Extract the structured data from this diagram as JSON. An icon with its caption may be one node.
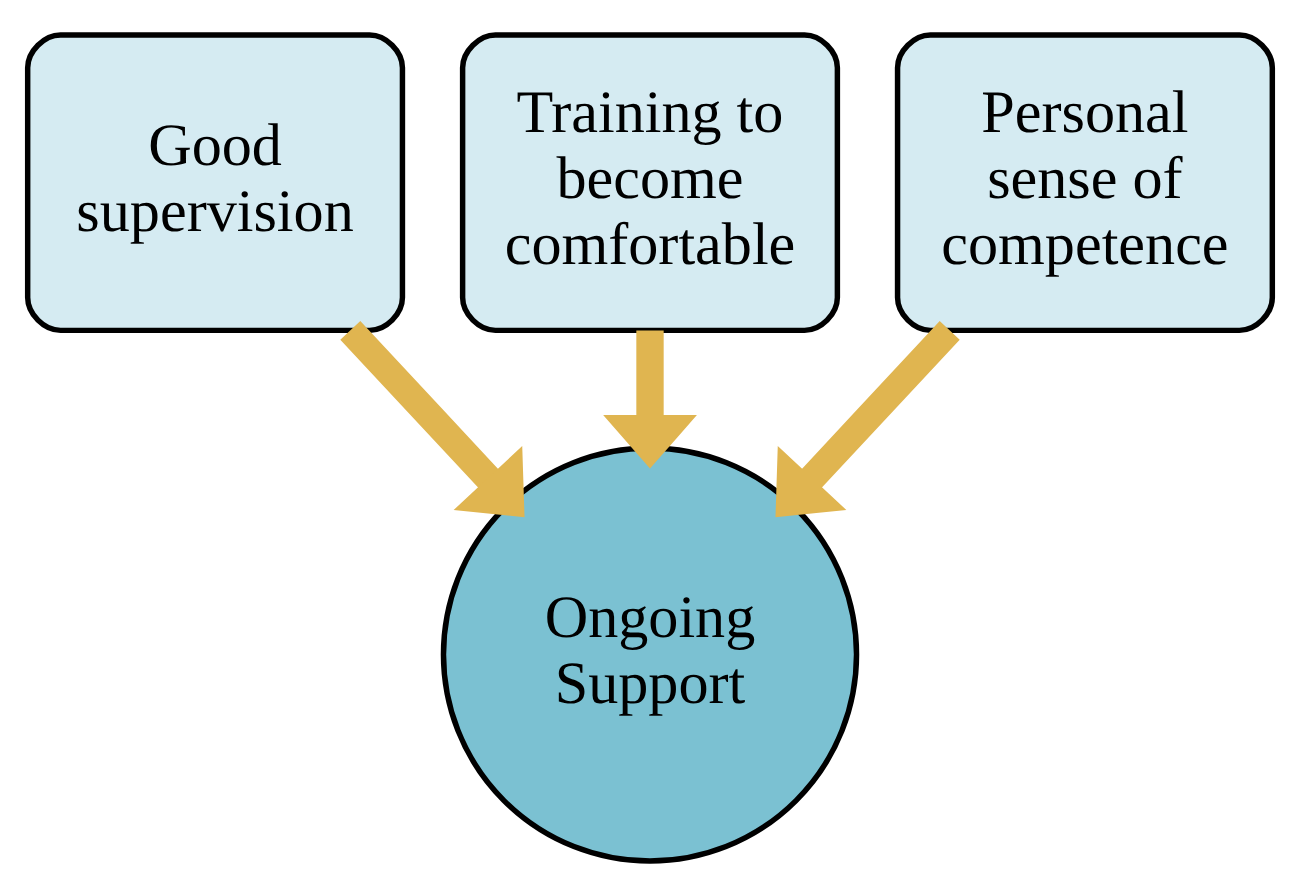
{
  "diagram": {
    "nodes": [
      {
        "text": [
          "Good supervision"
        ]
      },
      {
        "text": [
          "Training to become comfortable"
        ]
      },
      {
        "text": [
          "Personal sense of competence"
        ]
      },
      {
        "text": [
          "Ongoing Support"
        ]
      }
    ],
    "edges": [
      {
        "from": 0,
        "to": 3,
        "arrow": "to"
      },
      {
        "from": 1,
        "to": 3,
        "arrow": "to"
      },
      {
        "from": 2,
        "to": 3,
        "arrow": "to"
      }
    ]
  }
}
